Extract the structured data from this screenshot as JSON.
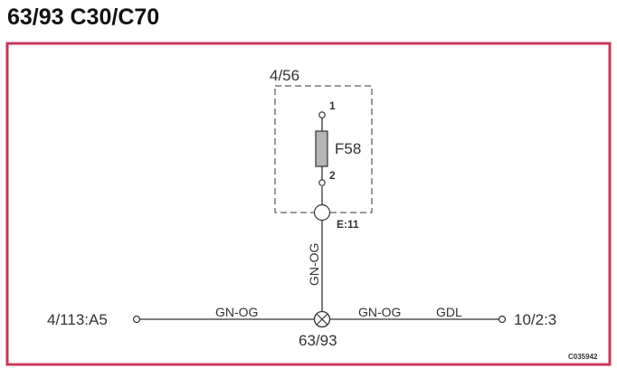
{
  "title": "63/93 C30/C70",
  "colors": {
    "frame": "#c8385a",
    "line": "#333333",
    "fuse_fill": "#b5b5b5"
  },
  "component": {
    "id": "4/56",
    "fuse": "F58",
    "pin1": "1",
    "pin2": "2",
    "connector": "E:11"
  },
  "vertical_wire_color": "GN-OG",
  "left_wire": {
    "endpoint": "4/113:A5",
    "color": "GN-OG"
  },
  "right_wire": {
    "endpoint": "10/2:3",
    "color": "GN-OG",
    "harness": "GDL"
  },
  "junction": "63/93",
  "image_code": "C035942"
}
